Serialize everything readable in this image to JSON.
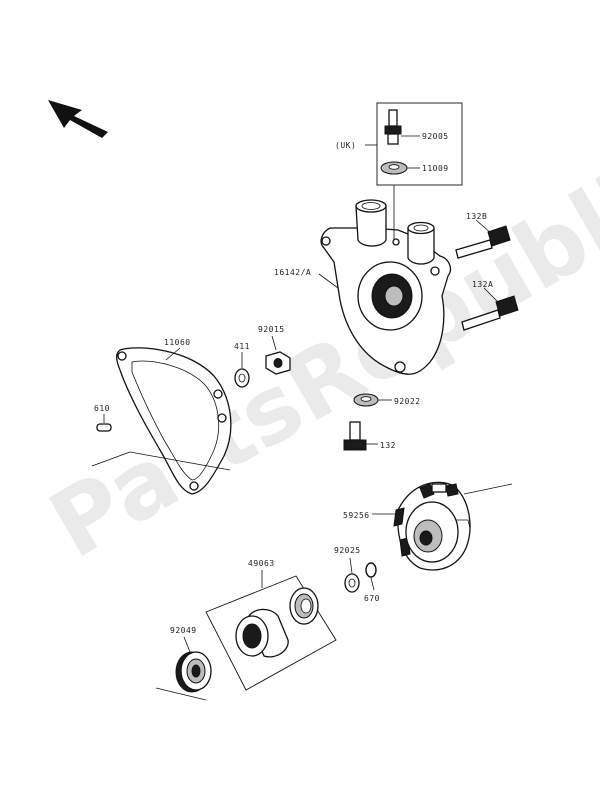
{
  "watermark": "PartsRepublik",
  "labels": {
    "l_92005": "92005",
    "l_uk": "(UK)",
    "l_11009": "11009",
    "l_132b": "132B",
    "l_16142a": "16142/A",
    "l_132a": "132A",
    "l_11060": "11060",
    "l_411": "411",
    "l_92015": "92015",
    "l_610": "610",
    "l_92022": "92022",
    "l_132": "132",
    "l_59256": "59256",
    "l_49063": "49063",
    "l_92025": "92025",
    "l_670": "670",
    "l_92049": "92049"
  },
  "colors": {
    "line": "#111111",
    "watermark": "#d9d9d9"
  },
  "icons": {
    "direction": "arrow-up-left-icon"
  }
}
